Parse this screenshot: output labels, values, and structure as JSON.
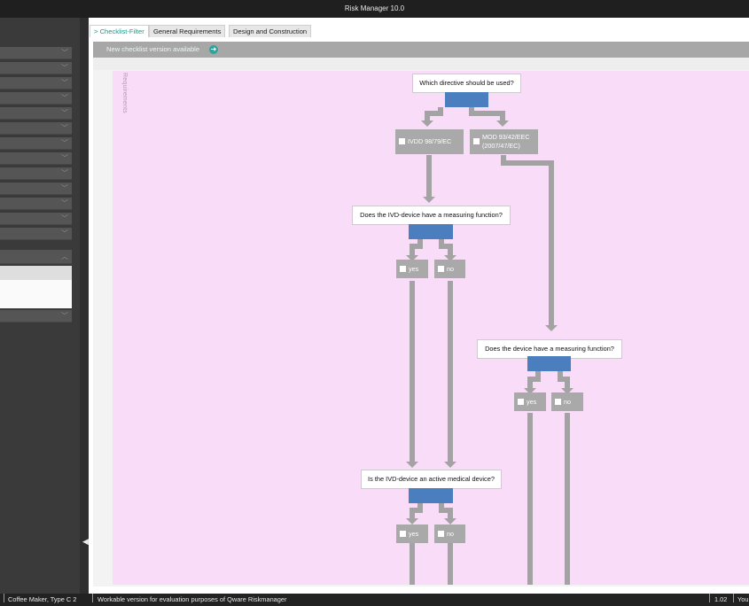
{
  "window": {
    "title": "Risk Manager  10.0"
  },
  "tabs": [
    {
      "label": "Checklist-Filter",
      "prefix": ">"
    },
    {
      "label": "General Requirements"
    },
    {
      "label": "Design and Construction"
    }
  ],
  "notice": {
    "text": "New checklist version available",
    "icon": "arrow-right-circle-icon"
  },
  "canvas": {
    "side_label": "Requirements"
  },
  "flow": {
    "q1": {
      "question": "Which directive should be used?",
      "options": [
        "IVDD 98/79/EC",
        "MOD 93/42/EEC (2007/47/EC)"
      ],
      "option2_lines": [
        "MOD 93/42/EEC",
        "(2007/47/EC)"
      ]
    },
    "q2": {
      "question": "Does the IVD-device have a measuring function?",
      "options": [
        "yes",
        "no"
      ]
    },
    "q3": {
      "question": "Does the device have a measuring function?",
      "options": [
        "yes",
        "no"
      ]
    },
    "q4": {
      "question": "Is the IVD-device an active medical device?",
      "options": [
        "yes",
        "no"
      ]
    }
  },
  "status": {
    "project": "Coffee Maker, Type C 2",
    "message": "Workable version for evaluation purposes of Qware Riskmanager",
    "version": "1.02",
    "user": "You"
  },
  "colors": {
    "canvas_bg": "#f8dcf8",
    "selector_blue": "#4a7ebf",
    "option_gray": "#a9a9a9",
    "accent_teal": "#1a9a8c"
  }
}
